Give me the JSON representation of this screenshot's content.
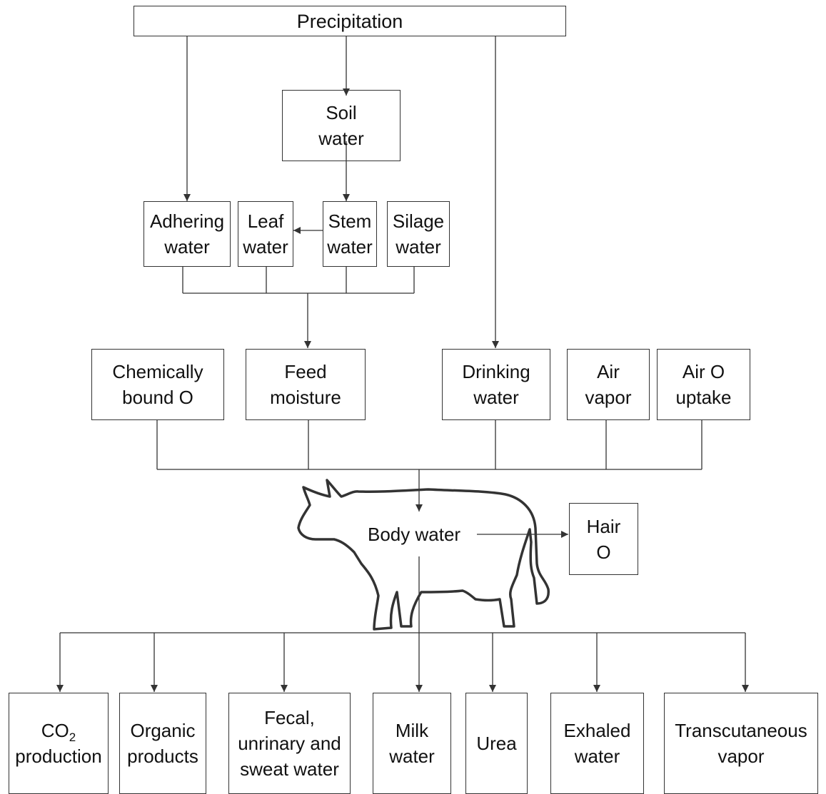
{
  "nodes": {
    "precipitation": "Precipitation",
    "soil_water": [
      "Soil",
      "water"
    ],
    "adhering_water": [
      "Adhering",
      "water"
    ],
    "leaf_water": [
      "Leaf",
      "water"
    ],
    "stem_water": [
      "Stem",
      "water"
    ],
    "silage_water": [
      "Silage",
      "water"
    ],
    "chemically_bound_o": [
      "Chemically",
      "bound O"
    ],
    "feed_moisture": [
      "Feed",
      "moisture"
    ],
    "drinking_water": [
      "Drinking",
      "water"
    ],
    "air_vapor": [
      "Air",
      "vapor"
    ],
    "air_o_uptake": [
      "Air O",
      "uptake"
    ],
    "body_water": "Body water",
    "hair_o": [
      "Hair",
      "O"
    ],
    "co2_production": {
      "co": "CO",
      "sub": "2",
      "line2": "production"
    },
    "organic_products": [
      "Organic",
      "products"
    ],
    "fecal_urinary_sweat": [
      "Fecal,",
      "unrinary and",
      "sweat water"
    ],
    "milk_water": [
      "Milk",
      "water"
    ],
    "urea": "Urea",
    "exhaled_water": [
      "Exhaled",
      "water"
    ],
    "transcutaneous_vapor": [
      "Transcutaneous",
      "vapor"
    ]
  },
  "colors": {
    "line": "#333333",
    "text": "#111111",
    "background": "#ffffff"
  },
  "icons": {
    "animal": "cow-outline-icon"
  }
}
